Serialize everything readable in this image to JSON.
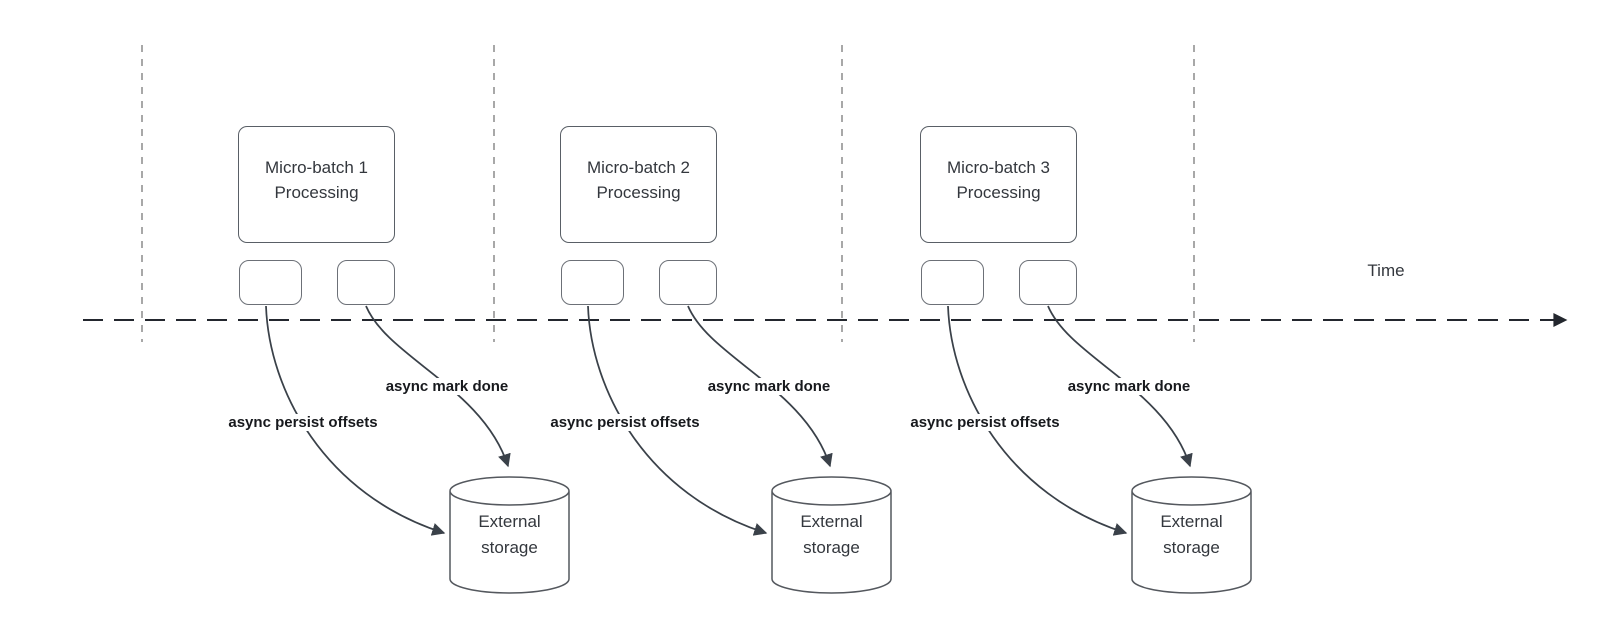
{
  "timeline": {
    "label": "Time"
  },
  "groups": [
    {
      "title": "Micro-batch 1\nProcessing",
      "persist_arrow_label": "async persist offsets",
      "done_arrow_label": "async mark done",
      "storage_label": "External\nstorage"
    },
    {
      "title": "Micro-batch 2\nProcessing",
      "persist_arrow_label": "async persist offsets",
      "done_arrow_label": "async mark done",
      "storage_label": "External\nstorage"
    },
    {
      "title": "Micro-batch 3\nProcessing",
      "persist_arrow_label": "async persist offsets",
      "done_arrow_label": "async mark done",
      "storage_label": "External\nstorage"
    }
  ],
  "colors": {
    "background": "#ffffff",
    "timeline_stroke": "#23272e",
    "gridline_stroke": "#a8a8a8",
    "arrow_stroke": "#3a4149",
    "shape_border": "#595f66",
    "shape_fill": "#ffffff",
    "text": "#33373d",
    "bold_label_text": "#17191d"
  }
}
